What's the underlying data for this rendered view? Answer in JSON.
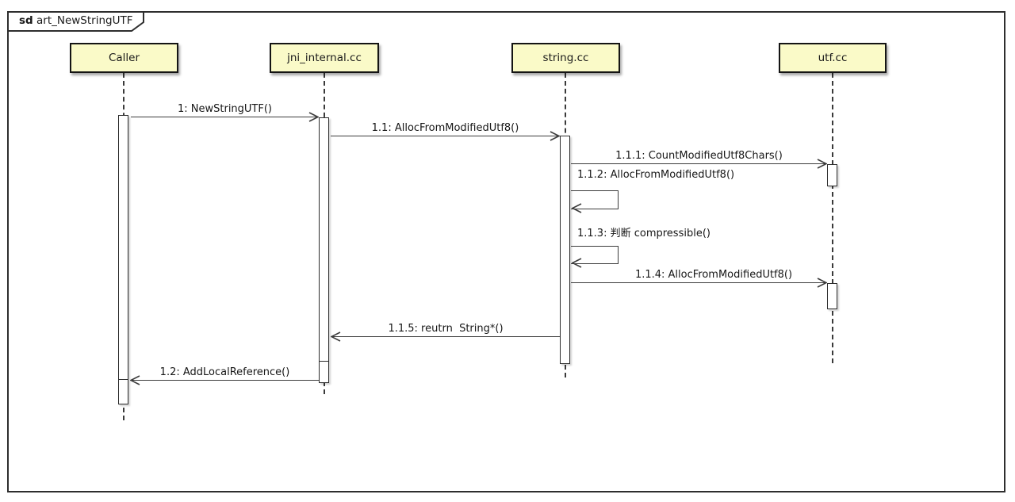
{
  "diagram": {
    "keyword": "sd",
    "title": "art_NewStringUTF",
    "type": "uml-sequence-diagram"
  },
  "participants": [
    {
      "name": "Caller"
    },
    {
      "name": "jni_internal.cc"
    },
    {
      "name": "string.cc"
    },
    {
      "name": "utf.cc"
    }
  ],
  "messages": [
    {
      "label": "1: NewStringUTF()",
      "from": "Caller",
      "to": "jni_internal.cc",
      "type": "call"
    },
    {
      "label": "1.1: AllocFromModifiedUtf8()",
      "from": "jni_internal.cc",
      "to": "string.cc",
      "type": "call"
    },
    {
      "label": "1.1.1: CountModifiedUtf8Chars()",
      "from": "string.cc",
      "to": "utf.cc",
      "type": "call"
    },
    {
      "label": "1.1.2: AllocFromModifiedUtf8()",
      "from": "string.cc",
      "to": "string.cc",
      "type": "self"
    },
    {
      "label": "1.1.3: 判断 compressible()",
      "from": "string.cc",
      "to": "string.cc",
      "type": "self"
    },
    {
      "label": "1.1.4: AllocFromModifiedUtf8()",
      "from": "string.cc",
      "to": "utf.cc",
      "type": "call"
    },
    {
      "label": "1.1.5: reutrn  String*()",
      "from": "string.cc",
      "to": "jni_internal.cc",
      "type": "return"
    },
    {
      "label": "1.2: AddLocalReference()",
      "from": "jni_internal.cc",
      "to": "Caller",
      "type": "call"
    }
  ],
  "colors": {
    "participant_fill": "#FAFAC8",
    "frame_border": "#2E2E2E",
    "message_line": "#3C3C3C",
    "background": "#FFFFFF"
  }
}
